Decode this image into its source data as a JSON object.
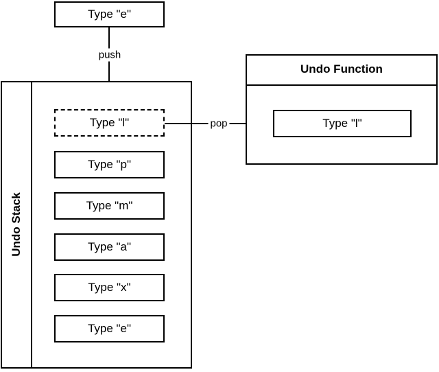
{
  "diagram": {
    "input_box": {
      "label": "Type \"e\""
    },
    "push_arrow": {
      "label": "push"
    },
    "pop_arrow": {
      "label": "pop"
    },
    "stack": {
      "title": "Undo Stack",
      "items": [
        {
          "label": "Type \"l\"",
          "style": "dashed"
        },
        {
          "label": "Type \"p\"",
          "style": "solid"
        },
        {
          "label": "Type \"m\"",
          "style": "solid"
        },
        {
          "label": "Type \"a\"",
          "style": "solid"
        },
        {
          "label": "Type \"x\"",
          "style": "solid"
        },
        {
          "label": "Type \"e\"",
          "style": "solid"
        }
      ]
    },
    "function": {
      "title": "Undo Function",
      "item": {
        "label": "Type \"l\""
      }
    },
    "colors": {
      "line": "#000000",
      "background": "#ffffff",
      "text": "#000000"
    }
  }
}
